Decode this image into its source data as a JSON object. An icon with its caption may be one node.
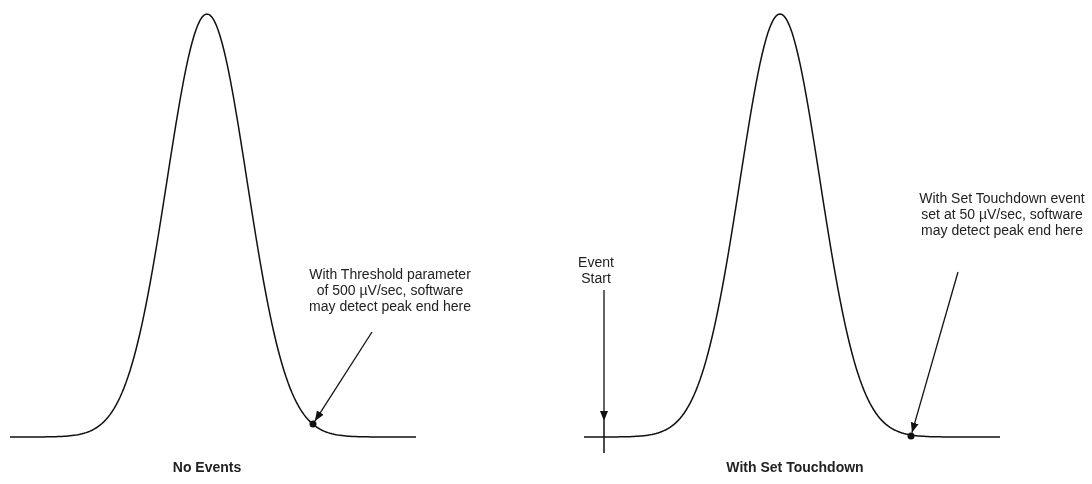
{
  "diagram": {
    "nodes": [
      {
        "text": [
          "With Threshold parameter of 500 µV/sec, software may detect peak end here"
        ]
      },
      {
        "text": [],
        "shape": "circle"
      },
      {
        "text": [
          "Event Start"
        ]
      },
      {
        "text": [],
        "shape": "bar"
      },
      {
        "text": [
          "With Set Touchdown event set at 50 µV/sec, software may detect peak end here"
        ]
      },
      {
        "text": [],
        "shape": "circle"
      }
    ],
    "edges": [
      {
        "from": 0,
        "to": 1,
        "arrow": "to"
      },
      {
        "from": 2,
        "to": 3,
        "arrow": "to"
      },
      {
        "from": 4,
        "to": 5,
        "arrow": "to"
      }
    ],
    "labels": [
      "No Events",
      "With Set Touchdown"
    ]
  }
}
